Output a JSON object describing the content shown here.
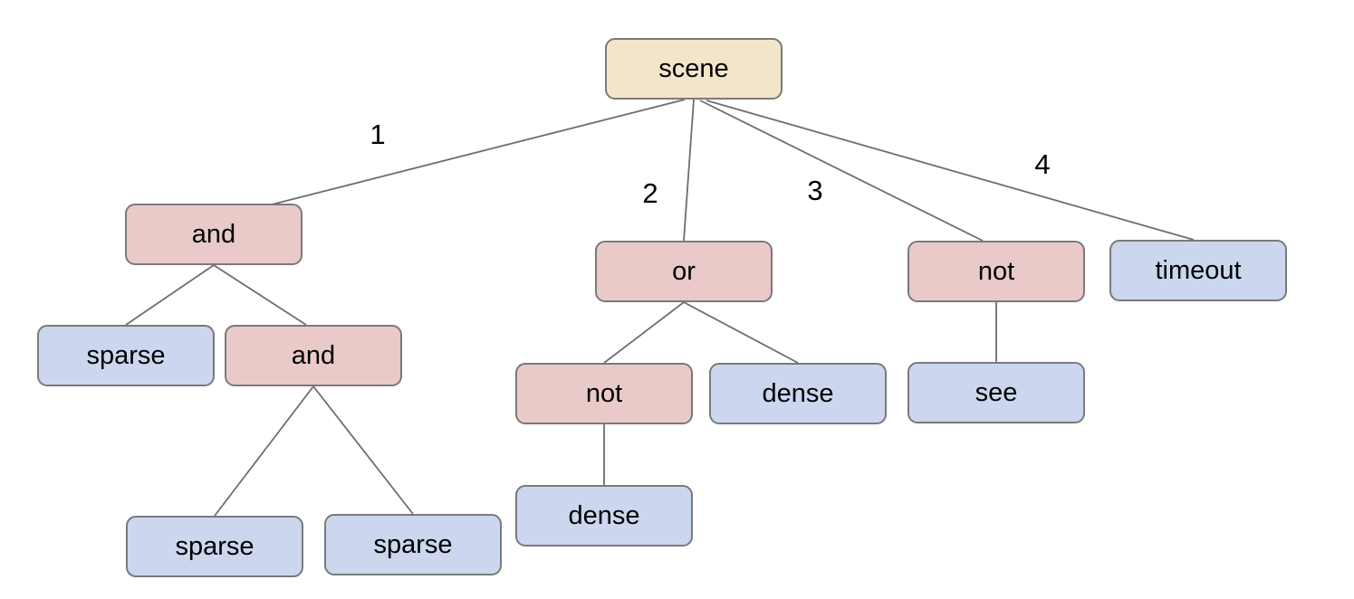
{
  "diagram": {
    "nodes": {
      "scene": {
        "label": "scene",
        "kind": "root"
      },
      "and1": {
        "label": "and",
        "kind": "operator"
      },
      "or1": {
        "label": "or",
        "kind": "operator"
      },
      "not1": {
        "label": "not",
        "kind": "operator"
      },
      "timeout": {
        "label": "timeout",
        "kind": "leaf"
      },
      "sparse1": {
        "label": "sparse",
        "kind": "leaf"
      },
      "and2": {
        "label": "and",
        "kind": "operator"
      },
      "not2": {
        "label": "not",
        "kind": "operator"
      },
      "dense1": {
        "label": "dense",
        "kind": "leaf"
      },
      "see": {
        "label": "see",
        "kind": "leaf"
      },
      "sparse2": {
        "label": "sparse",
        "kind": "leaf"
      },
      "sparse3": {
        "label": "sparse",
        "kind": "leaf"
      },
      "dense2": {
        "label": "dense",
        "kind": "leaf"
      }
    },
    "edges": [
      {
        "from": "scene",
        "to": "and1",
        "label": "1"
      },
      {
        "from": "scene",
        "to": "or1",
        "label": "2"
      },
      {
        "from": "scene",
        "to": "not1",
        "label": "3"
      },
      {
        "from": "scene",
        "to": "timeout",
        "label": "4"
      },
      {
        "from": "and1",
        "to": "sparse1",
        "label": ""
      },
      {
        "from": "and1",
        "to": "and2",
        "label": ""
      },
      {
        "from": "or1",
        "to": "not2",
        "label": ""
      },
      {
        "from": "or1",
        "to": "dense1",
        "label": ""
      },
      {
        "from": "not1",
        "to": "see",
        "label": ""
      },
      {
        "from": "not2",
        "to": "dense2",
        "label": ""
      },
      {
        "from": "and2",
        "to": "sparse2",
        "label": ""
      },
      {
        "from": "and2",
        "to": "sparse3",
        "label": ""
      }
    ]
  },
  "colors": {
    "background": "#ffffff",
    "root_fill": "#f3e5ca",
    "operator_fill": "#e9cac9",
    "leaf_fill": "#ccd6ee",
    "node_border": "#7a7a7a",
    "edge_line": "#6e6e6e",
    "text": "#000000"
  }
}
